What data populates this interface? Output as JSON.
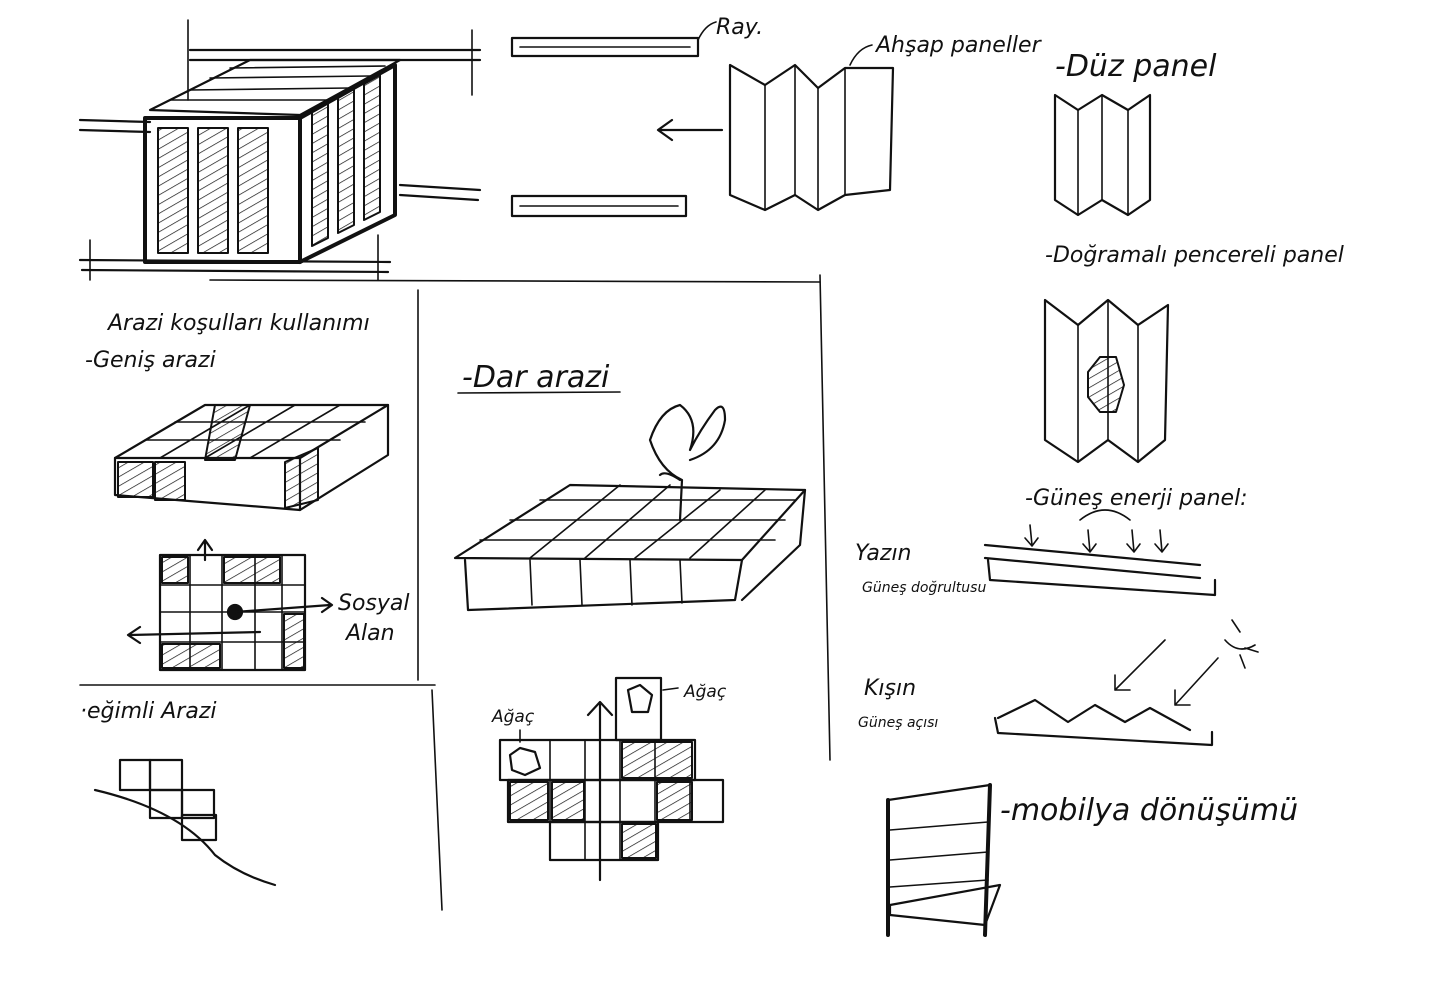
{
  "labels": {
    "ray": "Ray.",
    "ahsap_paneller": "Ahşap paneller",
    "duz_panel": "-Düz panel",
    "dogramali_panel": "-Doğramalı pencereli panel",
    "arazi_kosullari": "Arazi koşulları kullanımı",
    "genis_arazi": "-Geniş arazi",
    "sosyal": "Sosyal",
    "alan": "Alan",
    "dar_arazi": "-Dar arazi",
    "gunes_enerji": "-Güneş enerji panel:",
    "yazin": "Yazın",
    "gunes_dogrultusu": "Güneş doğrultusu",
    "kisin": "Kışın",
    "gunes_acisi": "Güneş açısı",
    "egimli_arazi": "·eğimli Arazi",
    "agac_1": "Ağaç",
    "agac_2": "Ağaç",
    "mobilya": "-mobilya dönüşümü"
  },
  "colors": {
    "ink": "#111111",
    "paper": "#ffffff"
  }
}
